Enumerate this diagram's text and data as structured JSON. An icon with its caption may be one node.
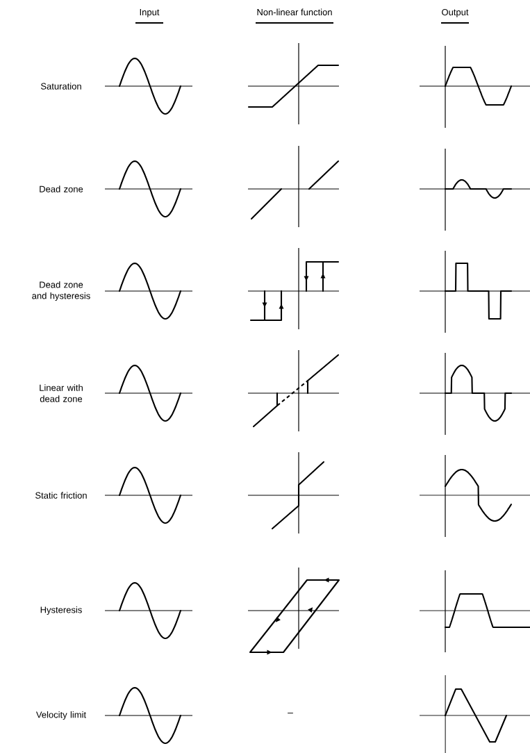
{
  "diagram": {
    "labels": [
      "Input",
      "Non-linear function",
      "Output",
      "Saturation",
      "Dead zone",
      "Dead zone and hysteresis",
      "Linear with dead zone",
      "Static friction",
      "Hysteresis",
      "Velocity limit",
      "–"
    ]
  }
}
